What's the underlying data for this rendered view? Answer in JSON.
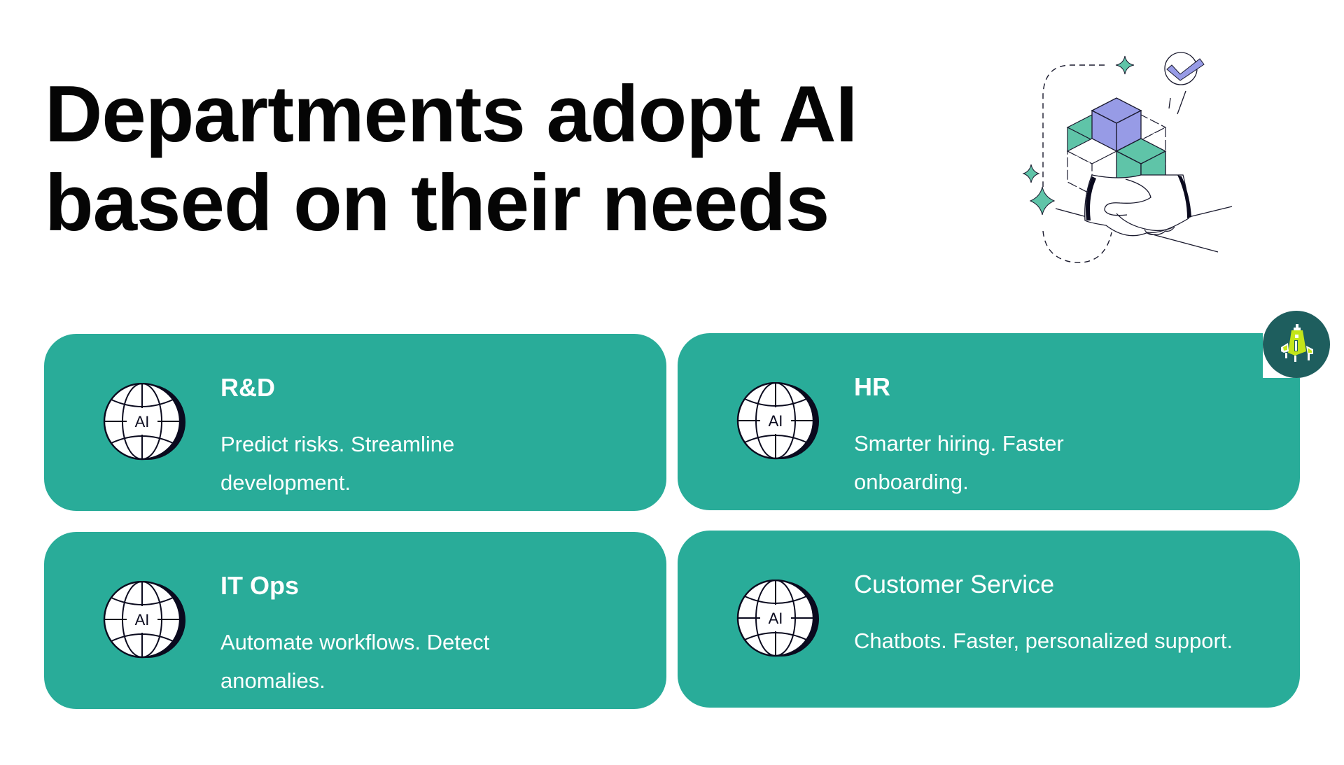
{
  "slide": {
    "title_lines": [
      "Departments adopt AI",
      "based on their needs"
    ],
    "illustration": "handshake-with-blocks-illustration",
    "colors": {
      "card_bg": "#29ac99",
      "title": "#050505",
      "card_text": "#ffffff",
      "cube_purple": "#979be6",
      "cube_green": "#5fc4a8",
      "badge_bg": "#1e5e5e",
      "badge_icon": "#c3e51a"
    }
  },
  "cards": [
    {
      "icon": "ai-globe-icon",
      "icon_label": "AI",
      "heading": "R&D",
      "body": "Predict risks. Streamline development."
    },
    {
      "icon": "ai-globe-icon",
      "icon_label": "AI",
      "heading": "HR",
      "body": "Smarter hiring. Faster onboarding."
    },
    {
      "icon": "ai-globe-icon",
      "icon_label": "AI",
      "heading": "IT Ops",
      "body": "Automate workflows. Detect anomalies."
    },
    {
      "icon": "ai-globe-icon",
      "icon_label": "AI",
      "heading": "Customer Service",
      "body": "Chatbots. Faster, personalized support."
    }
  ],
  "floating_badge": {
    "icon": "rocket-icon"
  }
}
